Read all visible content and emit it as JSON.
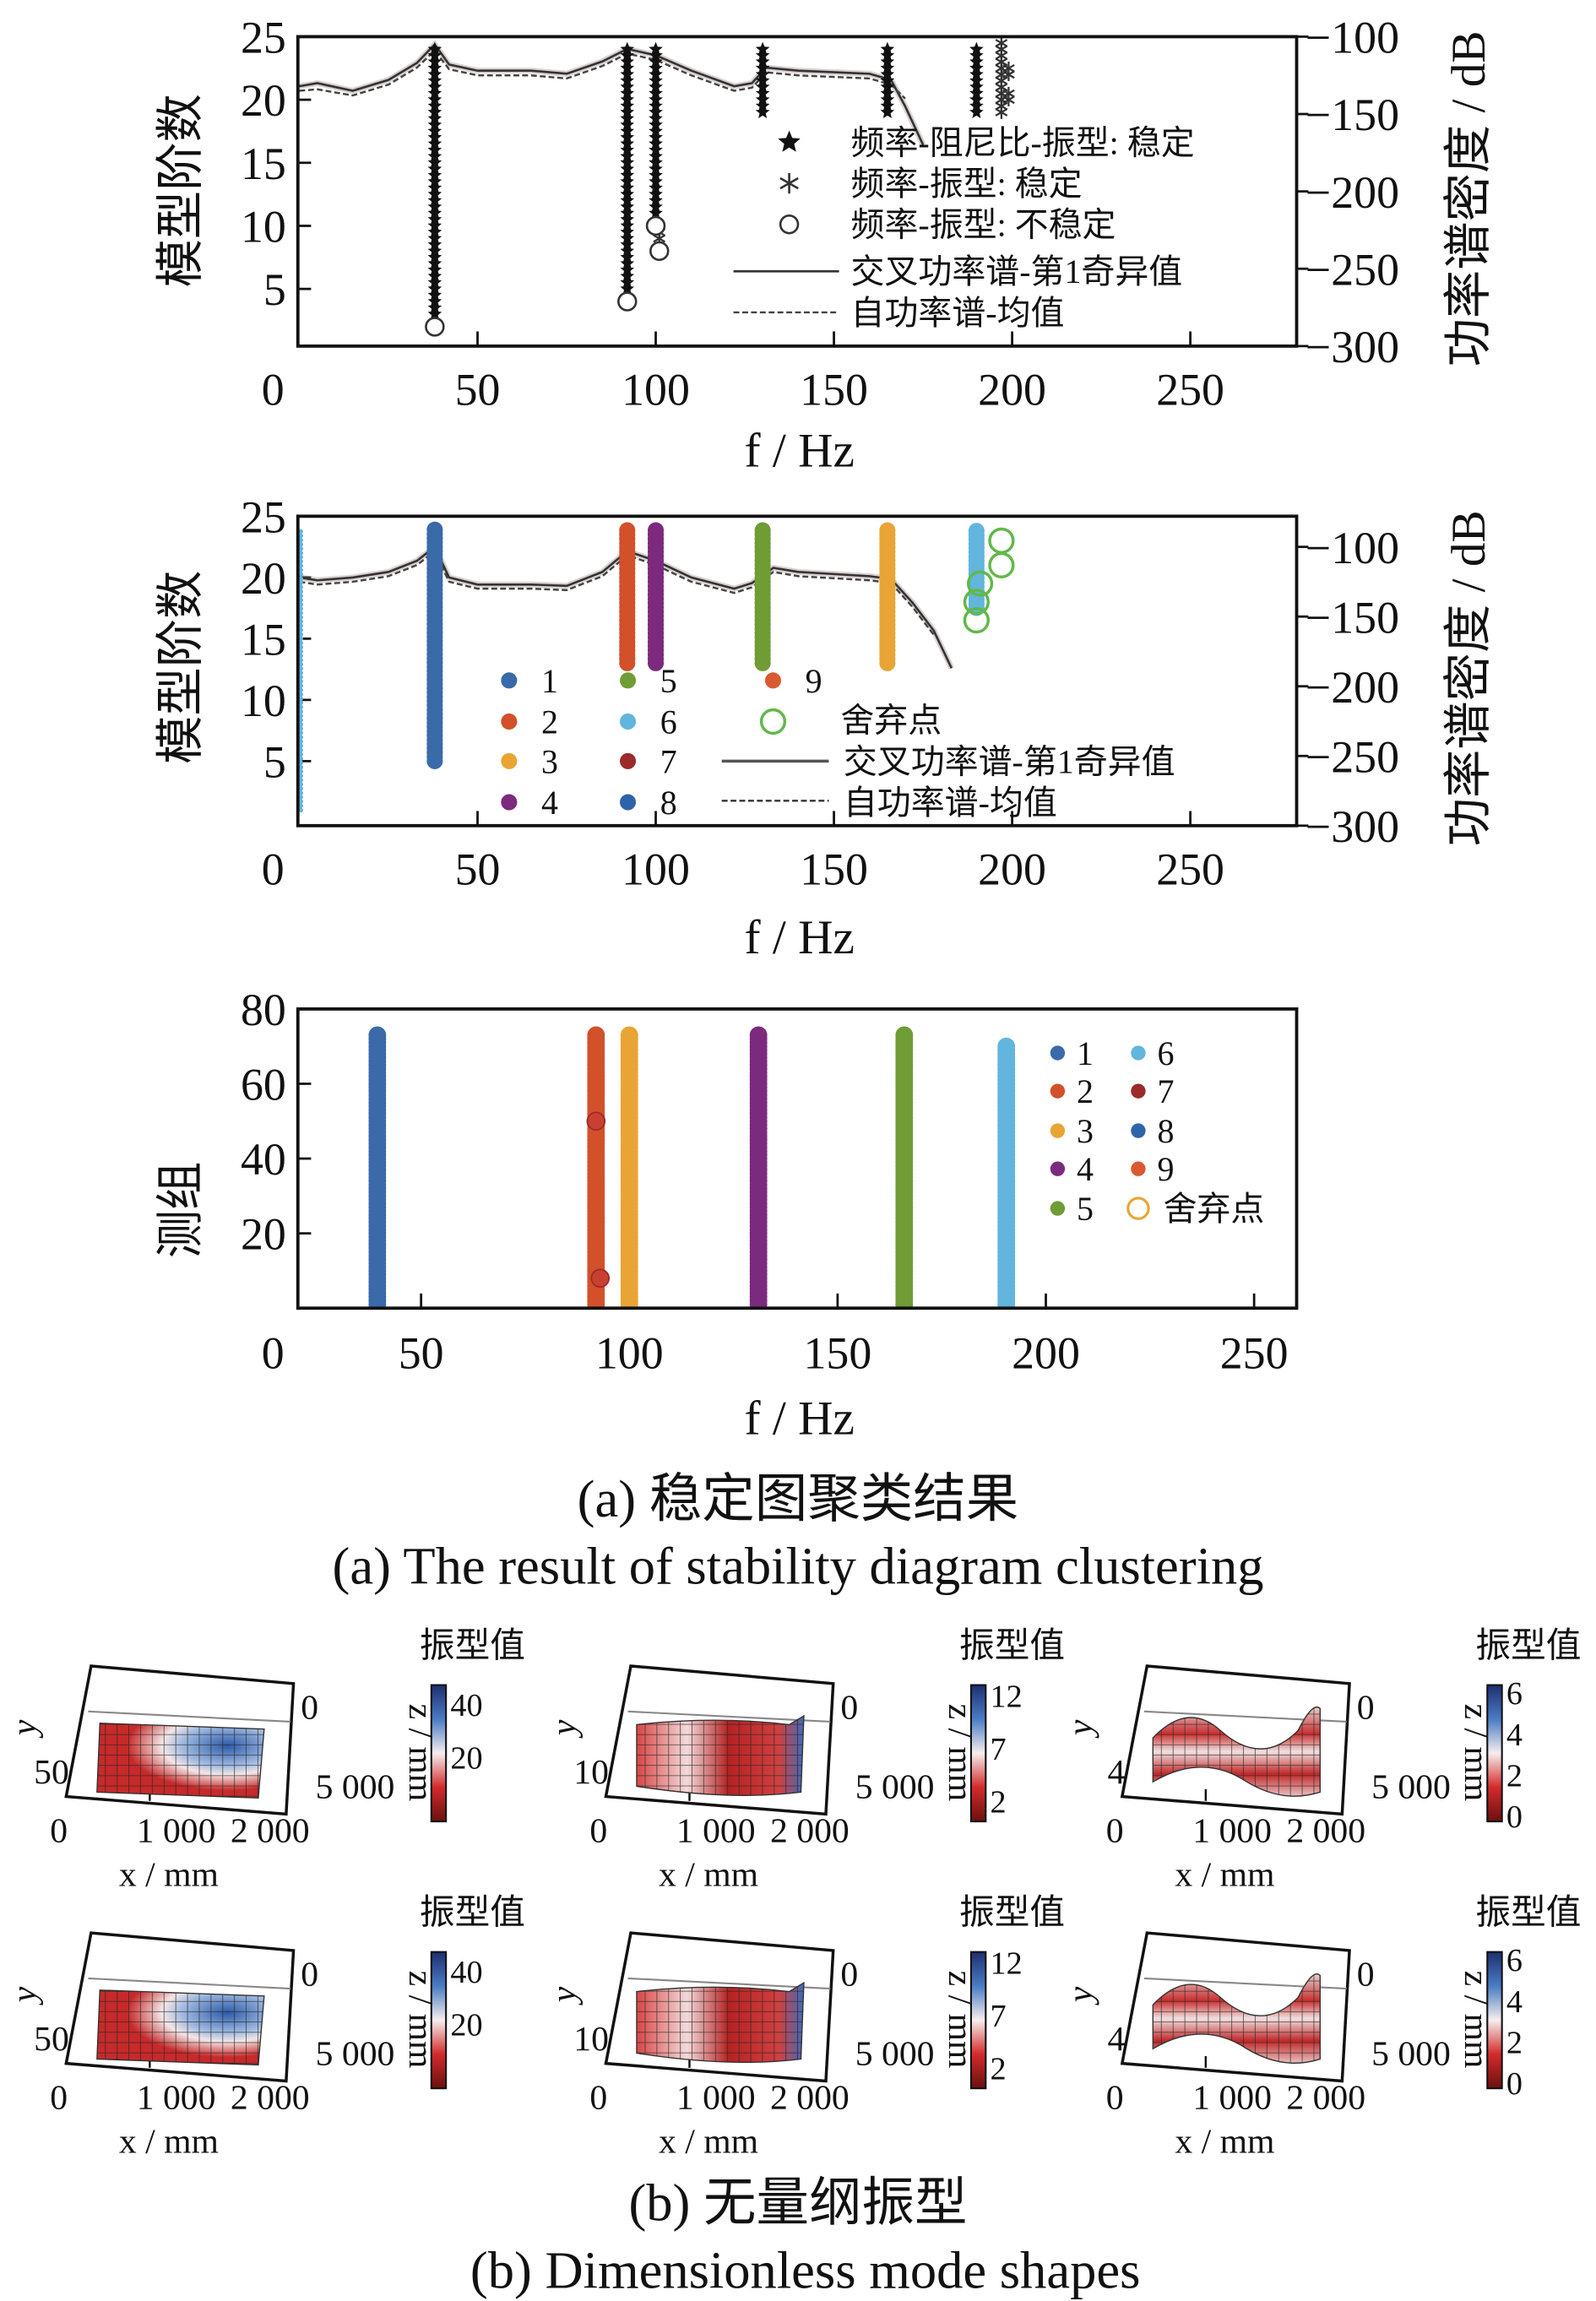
{
  "chart_data": [
    {
      "type": "scatter",
      "title": "",
      "xlabel": "f / Hz",
      "ylabel": "模型阶数",
      "y2label": "功率谱密度 / dB",
      "xlim": [
        0,
        280
      ],
      "ylim": [
        0.5,
        25
      ],
      "y2lim": [
        -300,
        -100
      ],
      "xticks": [
        0,
        50,
        100,
        150,
        200,
        250
      ],
      "yticks": [
        5,
        10,
        15,
        20,
        25
      ],
      "y2ticks": [
        -100,
        -150,
        -200,
        -250,
        -300
      ],
      "legend": [
        "频率-阻尼比-振型: 稳定",
        "频率-振型: 稳定",
        "频率-振型: 不稳定",
        "交叉功率谱-第1奇异值",
        "自功率谱-均值"
      ],
      "legend_placement": "right",
      "stable_star_columns": [
        {
          "f": 38,
          "orders": [
            3,
            24
          ]
        },
        {
          "f": 92,
          "orders": [
            5,
            24
          ]
        },
        {
          "f": 100,
          "orders": [
            11,
            24
          ]
        },
        {
          "f": 130,
          "orders": [
            19,
            24
          ]
        },
        {
          "f": 165,
          "orders": [
            19,
            24
          ]
        },
        {
          "f": 190,
          "orders": [
            19,
            24
          ]
        }
      ],
      "stable_asterisk_points": [
        [
          197,
          19
        ],
        [
          197,
          20
        ],
        [
          197,
          21
        ],
        [
          197,
          22
        ],
        [
          197,
          23
        ],
        [
          197,
          24
        ],
        [
          199,
          20
        ],
        [
          199,
          22
        ],
        [
          101,
          9
        ]
      ],
      "unstable_circle_points": [
        [
          38,
          2
        ],
        [
          92,
          4
        ],
        [
          100,
          10
        ],
        [
          101,
          8
        ]
      ],
      "lines": [
        {
          "name": "交叉功率谱-第1奇异值",
          "x": [
            0,
            5,
            15,
            25,
            33,
            38,
            42,
            50,
            65,
            75,
            85,
            92,
            100,
            110,
            122,
            127,
            131,
            140,
            160,
            166,
            170,
            175
          ],
          "y": [
            -132,
            -130,
            -135,
            -128,
            -117,
            -105,
            -118,
            -122,
            -122,
            -124,
            -116,
            -108,
            -112,
            -122,
            -132,
            -130,
            -120,
            -122,
            -124,
            -128,
            -145,
            -170
          ]
        },
        {
          "name": "自功率谱-均值",
          "x": [
            0,
            5,
            15,
            25,
            33,
            38,
            42,
            50,
            65,
            75,
            85,
            92,
            100,
            110,
            122,
            127,
            131,
            140,
            160,
            166,
            170
          ],
          "y": [
            -135,
            -134,
            -138,
            -131,
            -120,
            -109,
            -121,
            -125,
            -125,
            -127,
            -119,
            -111,
            -115,
            -125,
            -135,
            -133,
            -123,
            -125,
            -127,
            -131,
            -140
          ]
        }
      ]
    },
    {
      "type": "scatter",
      "title": "",
      "xlabel": "f / Hz",
      "ylabel": "模型阶数",
      "y2label": "功率谱密度 / dB",
      "xlim": [
        0,
        280
      ],
      "ylim": [
        0.5,
        25
      ],
      "y2lim": [
        -300,
        -78
      ],
      "xticks": [
        0,
        50,
        100,
        150,
        200,
        250
      ],
      "yticks": [
        5,
        10,
        15,
        20,
        25
      ],
      "y2ticks": [
        -100,
        -150,
        -200,
        -250,
        -300
      ],
      "legend": [
        "1",
        "2",
        "3",
        "4",
        "5",
        "6",
        "7",
        "8",
        "9",
        "舍弃点",
        "交叉功率谱-第1奇异值",
        "自功率谱-均值"
      ],
      "legend_placement": "bottom-center",
      "cluster_colors": [
        "#3a6aa8",
        "#d2502a",
        "#e8a535",
        "#7b2a7e",
        "#6f9c35",
        "#62b5dc",
        "#9b2a2a",
        "#2f63a8",
        "#d95a30"
      ],
      "discard_color": "#62b84a",
      "clusters": [
        {
          "cluster": 1,
          "f": 38,
          "orders": [
            5,
            24
          ]
        },
        {
          "cluster": 2,
          "f": 92,
          "orders": [
            13,
            24
          ]
        },
        {
          "cluster": 4,
          "f": 100,
          "orders": [
            13,
            24
          ]
        },
        {
          "cluster": 5,
          "f": 130,
          "orders": [
            13,
            24
          ]
        },
        {
          "cluster": 3,
          "f": 165,
          "orders": [
            13,
            24
          ]
        },
        {
          "cluster": 6,
          "f": 190,
          "orders": [
            17.5,
            24
          ]
        },
        {
          "cluster": 6,
          "f": 0.5,
          "orders": [
            1,
            24
          ]
        }
      ],
      "discarded_points": [
        [
          190,
          16.5
        ],
        [
          190,
          18
        ],
        [
          191,
          19.5
        ],
        [
          197,
          21
        ],
        [
          197,
          23
        ]
      ],
      "lines": [
        {
          "name": "交叉功率谱-第1奇异值",
          "x": [
            0,
            5,
            15,
            25,
            33,
            38,
            42,
            50,
            65,
            75,
            85,
            92,
            100,
            110,
            122,
            127,
            133,
            140,
            160,
            166,
            172,
            178,
            183
          ],
          "y": [
            -122,
            -124,
            -122,
            -118,
            -110,
            -100,
            -122,
            -127,
            -127,
            -128,
            -118,
            -103,
            -110,
            -122,
            -130,
            -126,
            -115,
            -118,
            -121,
            -123,
            -140,
            -160,
            -187
          ]
        },
        {
          "name": "自功率谱-均值",
          "x": [
            0,
            5,
            15,
            25,
            33,
            38,
            42,
            50,
            65,
            75,
            85,
            92,
            100,
            110,
            122,
            127,
            133,
            140,
            160,
            166,
            172,
            178
          ],
          "y": [
            -125,
            -127,
            -125,
            -121,
            -113,
            -103,
            -125,
            -130,
            -130,
            -131,
            -121,
            -106,
            -113,
            -125,
            -133,
            -129,
            -118,
            -121,
            -124,
            -126,
            -143,
            -163
          ]
        }
      ]
    },
    {
      "type": "scatter",
      "title": "",
      "xlabel": "f / Hz",
      "ylabel": "测组",
      "xlim": [
        20,
        260
      ],
      "ylim": [
        0,
        80
      ],
      "xticks": [
        0,
        50,
        100,
        150,
        200,
        250
      ],
      "yticks": [
        20,
        40,
        60,
        80
      ],
      "legend": [
        "1",
        "2",
        "3",
        "4",
        "5",
        "6",
        "7",
        "8",
        "9",
        "舍弃点"
      ],
      "legend_placement": "right",
      "cluster_colors": [
        "#3a6aa8",
        "#d2502a",
        "#e8a535",
        "#7b2a7e",
        "#6f9c35",
        "#62b5dc",
        "#9b2a2a",
        "#2f63a8",
        "#d95a30"
      ],
      "discard_color": "#e8a535",
      "clusters": [
        {
          "cluster": 1,
          "f": 39.5,
          "groups": [
            1,
            73
          ]
        },
        {
          "cluster": 2,
          "f": 92,
          "groups": [
            1,
            73
          ]
        },
        {
          "cluster": 3,
          "f": 100,
          "groups": [
            1,
            73
          ]
        },
        {
          "cluster": 4,
          "f": 131,
          "groups": [
            1,
            73
          ]
        },
        {
          "cluster": 5,
          "f": 166,
          "groups": [
            1,
            73
          ]
        },
        {
          "cluster": 6,
          "f": 190.5,
          "groups": [
            1,
            70
          ]
        }
      ],
      "highlight_points": [
        [
          92,
          50
        ],
        [
          93,
          8
        ]
      ]
    }
  ],
  "captions": {
    "a_cn": "(a)  稳定图聚类结果",
    "a_en": "(a)  The result of stability diagram clustering",
    "b_cn": "(b)  无量纲振型",
    "b_en": "(b)  Dimensionless mode shapes"
  },
  "mode_shapes": {
    "colors": {
      "low": "#b31d1d",
      "mid": "#f4f0f0",
      "high": "#2d4f9e"
    },
    "panels": [
      {
        "colorbar_title": "振型值",
        "zlabel": "z / mm",
        "colorbar_ticks": [
          "40",
          "20"
        ],
        "ylabel": "y",
        "y_tick": "50",
        "x_ticks": [
          "0",
          "1 000",
          "2 000"
        ],
        "depth_ticks": [
          "0",
          "5 000"
        ],
        "xlabel": "x / mm"
      },
      {
        "colorbar_title": "振型值",
        "zlabel": "z / mm",
        "colorbar_ticks": [
          "12",
          "7",
          "2"
        ],
        "ylabel": "y",
        "y_tick": "10",
        "x_ticks": [
          "0",
          "1 000",
          "2 000"
        ],
        "depth_ticks": [
          "0",
          "5 000"
        ],
        "xlabel": "x / mm"
      },
      {
        "colorbar_title": "振型值",
        "zlabel": "z / mm",
        "colorbar_ticks": [
          "6",
          "4",
          "2",
          "0"
        ],
        "ylabel": "y",
        "y_tick": "4",
        "x_ticks": [
          "0",
          "1 000",
          "2 000"
        ],
        "depth_ticks": [
          "0",
          "5 000"
        ],
        "xlabel": "x / mm"
      },
      {
        "colorbar_title": "振型值",
        "zlabel": "z / mm",
        "colorbar_ticks": [
          "40",
          "20"
        ],
        "ylabel": "y",
        "y_tick": "50",
        "x_ticks": [
          "0",
          "1 000",
          "2 000"
        ],
        "depth_ticks": [
          "0",
          "5 000"
        ],
        "xlabel": "x / mm"
      },
      {
        "colorbar_title": "振型值",
        "zlabel": "z / mm",
        "colorbar_ticks": [
          "12",
          "7",
          "2"
        ],
        "ylabel": "y",
        "y_tick": "10",
        "x_ticks": [
          "0",
          "1 000",
          "2 000"
        ],
        "depth_ticks": [
          "0",
          "5 000"
        ],
        "xlabel": "x / mm"
      },
      {
        "colorbar_title": "振型值",
        "zlabel": "z / mm",
        "colorbar_ticks": [
          "6",
          "4",
          "2",
          "0"
        ],
        "ylabel": "y",
        "y_tick": "4",
        "x_ticks": [
          "0",
          "1 000",
          "2 000"
        ],
        "depth_ticks": [
          "0",
          "5 000"
        ],
        "xlabel": "x / mm"
      }
    ]
  }
}
